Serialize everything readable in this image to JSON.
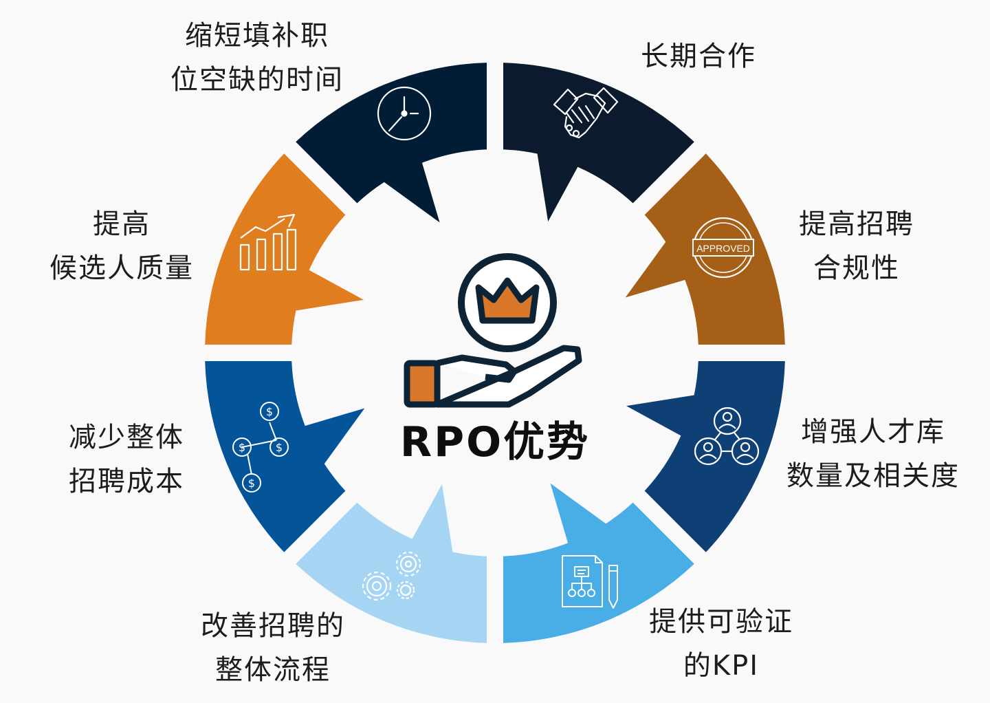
{
  "title": "RPO优势",
  "segments": [
    {
      "id": "seg-1",
      "label_lines": [
        "长期合作"
      ],
      "color": "#0b1a2c",
      "icon": "handshake-icon"
    },
    {
      "id": "seg-2",
      "label_lines": [
        "提高招聘",
        "合规性"
      ],
      "color": "#a55f16",
      "icon": "approved-stamp-icon"
    },
    {
      "id": "seg-3",
      "label_lines": [
        "增强人才库",
        "数量及相关度"
      ],
      "color": "#0e4075",
      "icon": "talent-network-icon"
    },
    {
      "id": "seg-4",
      "label_lines": [
        "提供可验证",
        "的KPI"
      ],
      "color": "#49ade6",
      "icon": "kpi-report-icon"
    },
    {
      "id": "seg-5",
      "label_lines": [
        "改善招聘的",
        "整体流程"
      ],
      "color": "#a6d5f3",
      "icon": "gears-icon"
    },
    {
      "id": "seg-6",
      "label_lines": [
        "减少整体",
        "招聘成本"
      ],
      "color": "#04549a",
      "icon": "cost-network-icon"
    },
    {
      "id": "seg-7",
      "label_lines": [
        "提高",
        "候选人质量"
      ],
      "color": "#e07e1f",
      "icon": "growth-chart-icon"
    },
    {
      "id": "seg-8",
      "label_lines": [
        "缩短填补职",
        "位空缺的时间"
      ],
      "color": "#011d36",
      "icon": "clock-icon"
    }
  ],
  "center": {
    "icon": "hand-crown-icon",
    "accent": "#d9782a",
    "outline": "#0d2437"
  },
  "stamp_text": "APPROVED"
}
